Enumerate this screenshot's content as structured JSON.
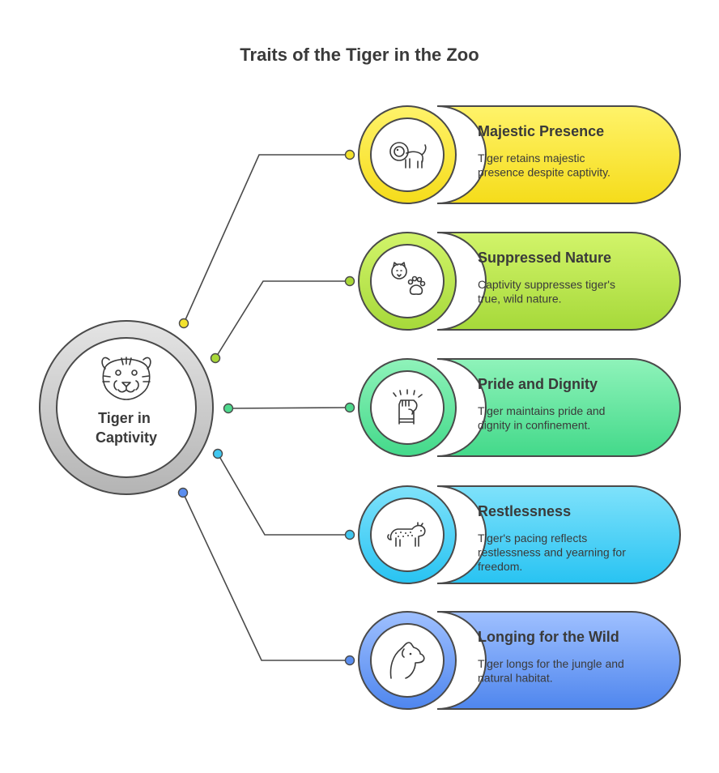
{
  "title": "Traits of the Tiger in the Zoo",
  "hub": {
    "label_lines": [
      "Tiger in",
      "Captivity"
    ],
    "icon": "tiger-face-icon"
  },
  "items": [
    {
      "title": "Majestic Presence",
      "desc_lines": [
        "Tiger retains majestic",
        "presence despite captivity."
      ],
      "icon": "lion-icon",
      "color_light": "#fff36a",
      "color_dark": "#f5dc1a",
      "connector_color": "#f3e22c"
    },
    {
      "title": "Suppressed Nature",
      "desc_lines": [
        "Captivity suppresses tiger's",
        "true, wild nature."
      ],
      "icon": "tiger-paw-icon",
      "color_light": "#d2f46a",
      "color_dark": "#a6d93a",
      "connector_color": "#a9d838"
    },
    {
      "title": "Pride and Dignity",
      "desc_lines": [
        "Tiger maintains pride and",
        "dignity in confinement."
      ],
      "icon": "raised-fist-icon",
      "color_light": "#8ff3ba",
      "color_dark": "#43d98a",
      "connector_color": "#4ed98d"
    },
    {
      "title": "Restlessness",
      "desc_lines": [
        "Tiger's pacing reflects",
        "restlessness and yearning for",
        "freedom."
      ],
      "icon": "pacing-cat-icon",
      "color_light": "#7fe2fb",
      "color_dark": "#28c3f2",
      "connector_color": "#3fc7f0"
    },
    {
      "title": "Longing for the Wild",
      "desc_lines": [
        "Tiger longs for the jungle and",
        "natural habitat."
      ],
      "icon": "animal-head-icon",
      "color_light": "#9fc0ff",
      "color_dark": "#4f86ee",
      "connector_color": "#5b8ef0"
    }
  ]
}
